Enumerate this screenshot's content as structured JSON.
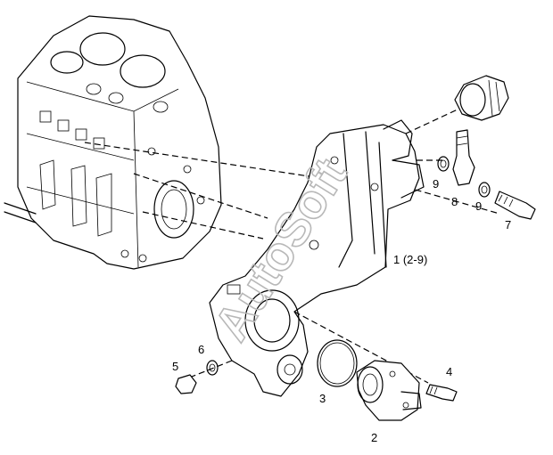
{
  "watermark": "AutoSoft",
  "callouts": {
    "c1": "1 (2-9)",
    "c2": "2",
    "c3": "3",
    "c4": "4",
    "c5": "5",
    "c6": "6",
    "c7": "7",
    "c8": "8",
    "c9a": "9",
    "c9b": "9"
  }
}
